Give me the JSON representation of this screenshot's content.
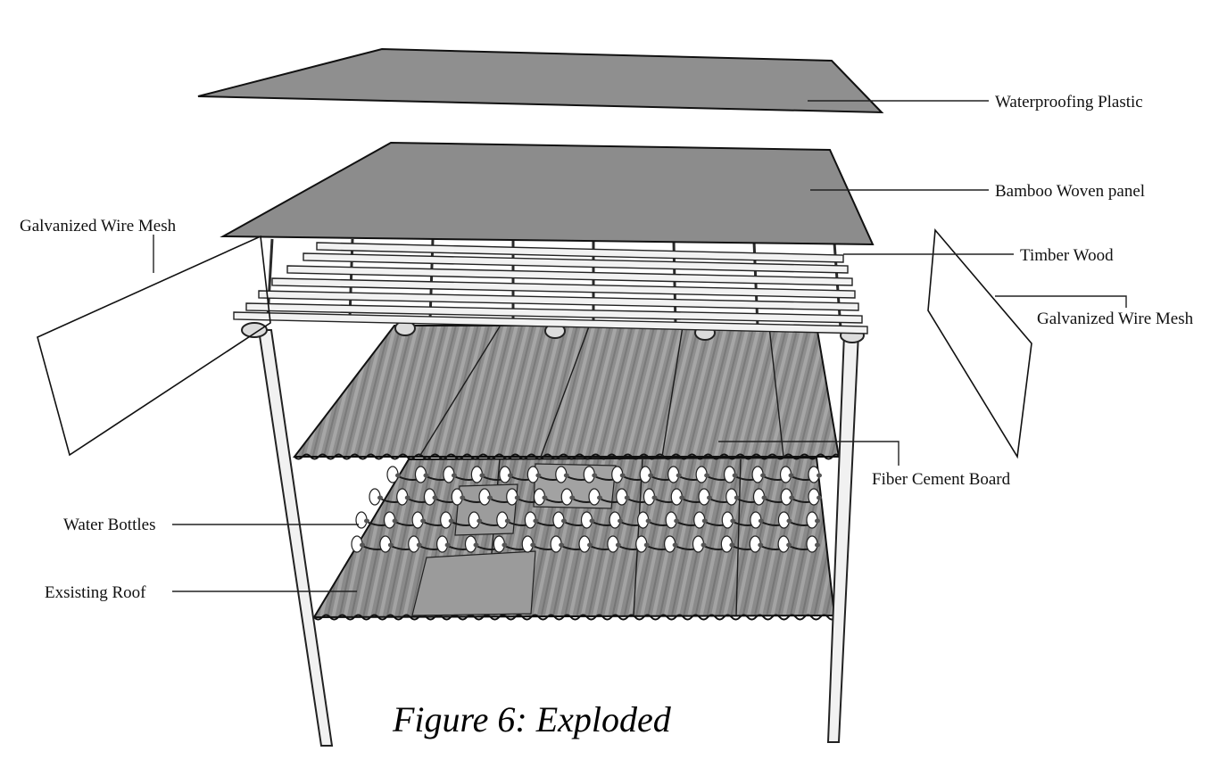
{
  "colors": {
    "panel_fill": "#8c8c8c",
    "sheet_fill": "#909090",
    "outline": "#111111",
    "background": "#ffffff"
  },
  "labels": {
    "waterproofing": "Waterproofing Plastic",
    "bamboo": "Bamboo Woven panel",
    "mesh_left": "Galvanized Wire Mesh",
    "timber": "Timber Wood",
    "mesh_right": "Galvanized Wire Mesh",
    "fiber_cement": "Fiber Cement Board",
    "water_bottles": "Water Bottles",
    "existing_roof": "Exsisting Roof"
  },
  "caption": "Figure 6: Exploded"
}
